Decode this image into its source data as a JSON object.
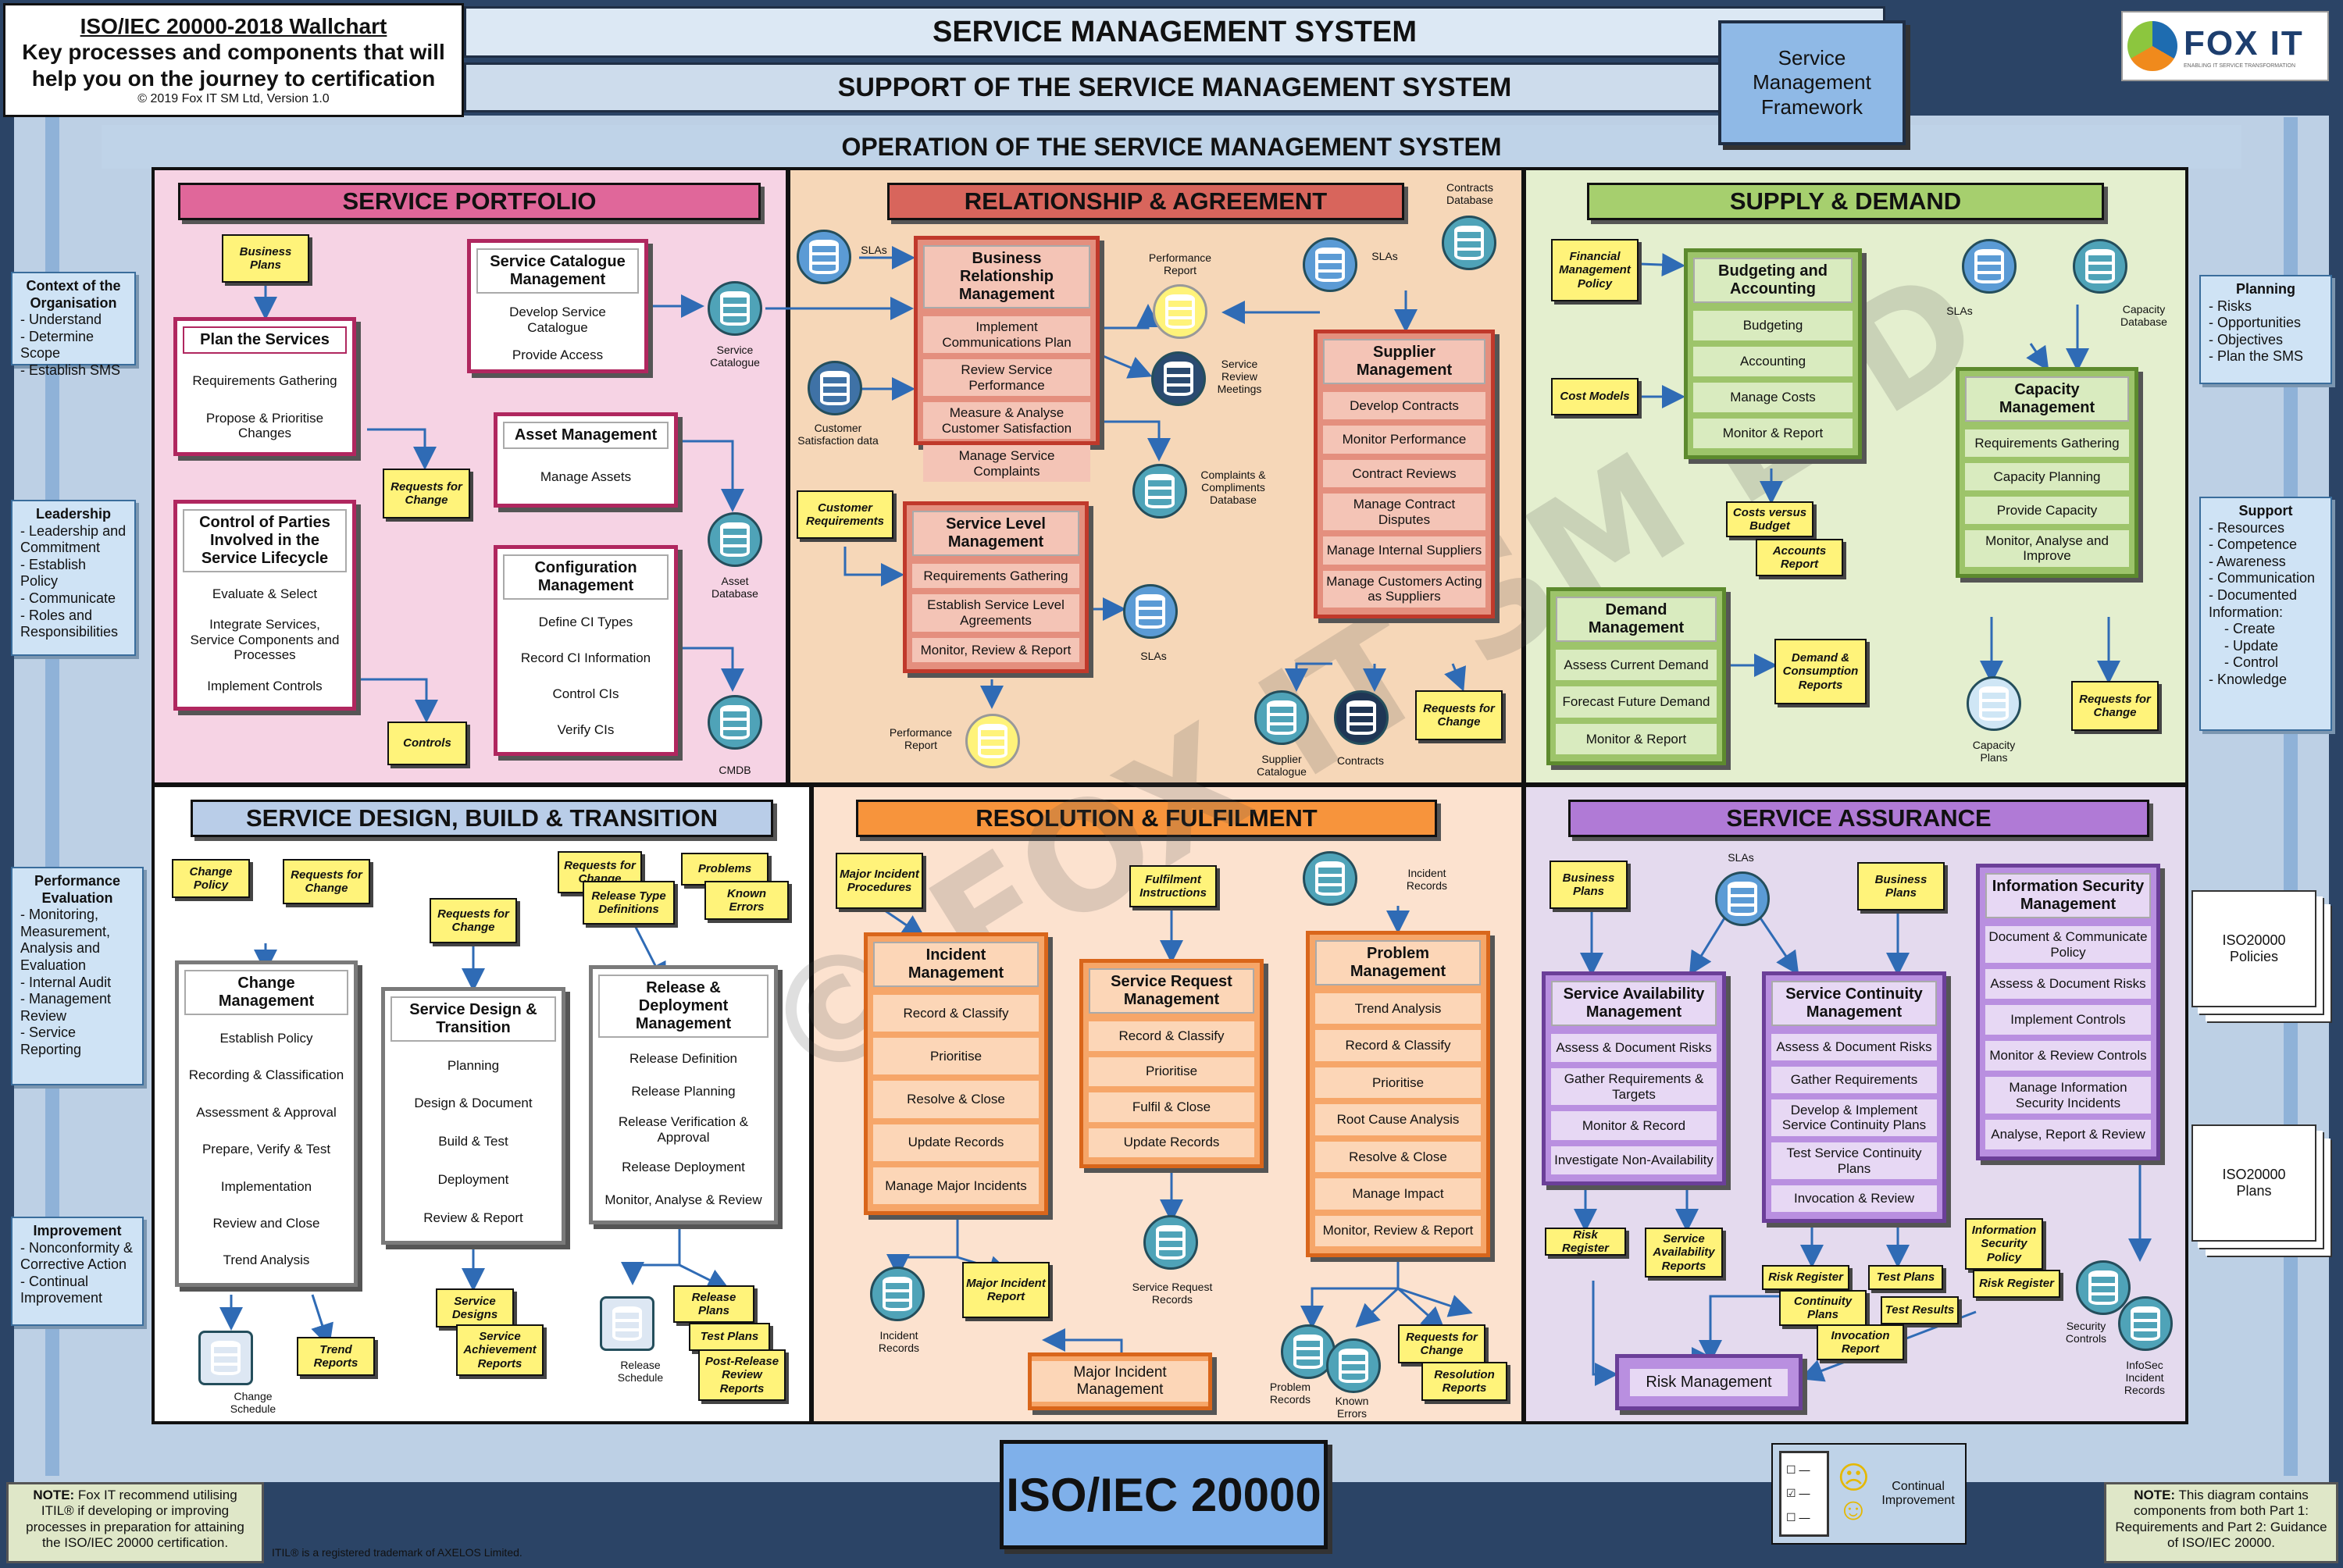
{
  "header": {
    "wallchart_title": "ISO/IEC 20000-2018 Wallchart",
    "wallchart_subtitle": "Key processes and components that will help you on the journey to certification",
    "copyright": "© 2019 Fox IT SM Ltd, Version 1.0",
    "sms_band": "SERVICE MANAGEMENT SYSTEM",
    "support_band": "SUPPORT OF THE SERVICE MANAGEMENT SYSTEM",
    "operation_band": "OPERATION OF THE SERVICE MANAGEMENT SYSTEM",
    "framework_box": "Service Management Framework",
    "logo_text": "FOX IT",
    "logo_tagline": "ENABLING IT SERVICE TRANSFORMATION"
  },
  "watermark": "© FOX IT SM LTD",
  "left_panel": [
    {
      "title": "Context of the Organisation",
      "items": [
        "- Understand",
        "- Determine Scope",
        "- Establish SMS"
      ]
    },
    {
      "title": "Leadership",
      "items": [
        "- Leadership and Commitment",
        "- Establish Policy",
        "- Communicate",
        "- Roles and Responsibilities"
      ]
    },
    {
      "title": "Performance Evaluation",
      "items": [
        "- Monitoring, Measurement, Analysis and Evaluation",
        "- Internal Audit",
        "- Management Review",
        "- Service Reporting"
      ]
    },
    {
      "title": "Improvement",
      "items": [
        "- Nonconformity & Corrective Action",
        "- Continual Improvement"
      ]
    }
  ],
  "right_panel": [
    {
      "title": "Planning",
      "items": [
        "- Risks",
        "- Opportunities",
        "- Objectives",
        "- Plan the SMS"
      ]
    },
    {
      "title": "Support",
      "items": [
        "- Resources",
        "- Competence",
        "- Awareness",
        "- Communication",
        "- Documented Information:",
        "- Create",
        "- Update",
        "- Control",
        "- Knowledge"
      ]
    }
  ],
  "right_docs": [
    "ISO20000 Policies",
    "ISO20000 Plans"
  ],
  "sections": {
    "portfolio": "SERVICE PORTFOLIO",
    "relationship": "RELATIONSHIP & AGREEMENT",
    "supply": "SUPPLY & DEMAND",
    "design": "SERVICE DESIGN, BUILD & TRANSITION",
    "resolution": "RESOLUTION & FULFILMENT",
    "assurance": "SERVICE ASSURANCE"
  },
  "processes": {
    "plan_services": {
      "title": "Plan the Services",
      "items": [
        "Requirements Gathering",
        "Propose & Prioritise Changes"
      ]
    },
    "control_parties": {
      "title": "Control of Parties Involved in the Service Lifecycle",
      "items": [
        "Evaluate & Select",
        "Integrate Services, Service Components and Processes",
        "Implement Controls"
      ]
    },
    "catalogue": {
      "title": "Service Catalogue Management",
      "items": [
        "Develop Service Catalogue",
        "Provide Access"
      ]
    },
    "asset": {
      "title": "Asset Management",
      "items": [
        "Manage Assets"
      ]
    },
    "config": {
      "title": "Configuration Management",
      "items": [
        "Define CI Types",
        "Record CI Information",
        "Control CIs",
        "Verify CIs"
      ]
    },
    "brm": {
      "title": "Business Relationship Management",
      "items": [
        "Implement Communications Plan",
        "Review Service Performance",
        "Measure & Analyse Customer Satisfaction",
        "Manage Service Complaints"
      ]
    },
    "slm": {
      "title": "Service Level Management",
      "items": [
        "Requirements Gathering",
        "Establish Service Level Agreements",
        "Monitor, Review & Report"
      ]
    },
    "supplier": {
      "title": "Supplier Management",
      "items": [
        "Develop Contracts",
        "Monitor Performance",
        "Contract Reviews",
        "Manage Contract Disputes",
        "Manage Internal Suppliers",
        "Manage Customers Acting as Suppliers"
      ]
    },
    "budget": {
      "title": "Budgeting and Accounting",
      "items": [
        "Budgeting",
        "Accounting",
        "Manage Costs",
        "Monitor & Report"
      ]
    },
    "capacity": {
      "title": "Capacity Management",
      "items": [
        "Requirements Gathering",
        "Capacity Planning",
        "Provide Capacity",
        "Monitor, Analyse and Improve"
      ]
    },
    "demand": {
      "title": "Demand Management",
      "items": [
        "Assess Current Demand",
        "Forecast Future Demand",
        "Monitor & Report"
      ]
    },
    "change": {
      "title": "Change Management",
      "items": [
        "Establish Policy",
        "Recording & Classification",
        "Assessment & Approval",
        "Prepare, Verify & Test",
        "Implementation",
        "Review and Close",
        "Trend Analysis"
      ]
    },
    "sdbt": {
      "title": "Service Design & Transition",
      "items": [
        "Planning",
        "Design & Document",
        "Build & Test",
        "Deployment",
        "Review & Report"
      ]
    },
    "release": {
      "title": "Release & Deployment Management",
      "items": [
        "Release Definition",
        "Release Planning",
        "Release Verification & Approval",
        "Release Deployment",
        "Monitor, Analyse & Review"
      ]
    },
    "incident": {
      "title": "Incident Management",
      "items": [
        "Record & Classify",
        "Prioritise",
        "Resolve & Close",
        "Update Records",
        "Manage Major Incidents"
      ]
    },
    "request": {
      "title": "Service Request Management",
      "items": [
        "Record & Classify",
        "Prioritise",
        "Fulfil & Close",
        "Update Records"
      ]
    },
    "problem": {
      "title": "Problem Management",
      "items": [
        "Trend Analysis",
        "Record & Classify",
        "Prioritise",
        "Root Cause Analysis",
        "Resolve & Close",
        "Manage Impact",
        "Monitor, Review & Report"
      ]
    },
    "availability": {
      "title": "Service Availability Management",
      "items": [
        "Assess & Document Risks",
        "Gather Requirements & Targets",
        "Monitor & Record",
        "Investigate Non-Availability"
      ]
    },
    "continuity": {
      "title": "Service Continuity Management",
      "items": [
        "Assess & Document Risks",
        "Gather Requirements",
        "Develop & Implement Service Continuity Plans",
        "Test Service Continuity Plans",
        "Invocation & Review"
      ]
    },
    "infosec": {
      "title": "Information Security Management",
      "items": [
        "Document & Communicate Policy",
        "Assess & Document Risks",
        "Implement Controls",
        "Monitor & Review Controls",
        "Manage Information Security Incidents",
        "Analyse, Report & Review"
      ]
    }
  },
  "notes": {
    "business_plans_1": "Business Plans",
    "rfc_1": "Requests for Change",
    "controls": "Controls",
    "customer_req": "Customer Requirements",
    "rfc_2": "Requests for Change",
    "financial_policy": "Financial Management Policy",
    "cost_models": "Cost Models",
    "costs_budget": "Costs versus Budget",
    "accounts_report": "Accounts Report",
    "demand_report": "Demand & Consumption Reports",
    "rfc_3": "Requests for Change",
    "change_policy": "Change Policy",
    "rfc_4": "Requests for Change",
    "trend_reports": "Trend Reports",
    "rfc_5": "Requests for Change",
    "service_designs": "Service Designs",
    "sa_reports": "Service Achievement Reports",
    "rfc_6": "Requests for Change",
    "release_defs": "Release Type Definitions",
    "problems": "Problems",
    "known_errors": "Known Errors",
    "release_plans": "Release Plans",
    "test_plans_1": "Test Plans",
    "post_release": "Post-Release Review Reports",
    "mi_procedures": "Major Incident Procedures",
    "fulfilment": "Fulfilment Instructions",
    "mi_report": "Major Incident Report",
    "rfc_7": "Requests for Change",
    "resolution_reports": "Resolution Reports",
    "business_plans_2": "Business Plans",
    "business_plans_3": "Business Plans",
    "risk_register_1": "Risk Register",
    "availability_reports": "Service Availability Reports",
    "risk_register_2": "Risk Register",
    "continuity_plans": "Continuity Plans",
    "test_plans_2": "Test Plans",
    "test_results": "Test Results",
    "invocation_report": "Invocation Report",
    "infosec_policy": "Information Security Policy",
    "risk_register_3": "Risk Register"
  },
  "labels": {
    "service_catalogue": "Service Catalogue",
    "asset_db": "Asset Database",
    "cmdb": "CMDB",
    "slas_1": "SLAs",
    "cust_sat": "Customer Satisfaction data",
    "perf_report_1": "Performance Report",
    "review_meetings": "Service Review Meetings",
    "complaints_db": "Complaints & Compliments Database",
    "contracts_db": "Contracts Database",
    "slas_2": "SLAs",
    "slas_3": "SLAs",
    "perf_report_2": "Performance Report",
    "supplier_cat": "Supplier Catalogue",
    "contracts": "Contracts",
    "slas_4": "SLAs",
    "capacity_db": "Capacity Database",
    "capacity_plans": "Capacity Plans",
    "change_schedule": "Change Schedule",
    "release_schedule": "Release Schedule",
    "incident_records": "Incident Records",
    "request_records": "Service Request Records",
    "incident_records_2": "Incident Records",
    "problem_records": "Problem Records",
    "known_errors_db": "Known Errors",
    "slas_5": "SLAs",
    "security_controls": "Security Controls",
    "infosec_records": "InfoSec Incident Records"
  },
  "major_incident_mgmt": "Major Incident Management",
  "risk_management": "Risk Management",
  "footer": {
    "iso_title": "ISO/IEC 20000",
    "continual": "Continual Improvement",
    "note_left_bold": "NOTE:",
    "note_left": " Fox IT recommend utilising ITIL® if developing or improving processes in preparation for attaining the ISO/IEC 20000 certification.",
    "itil_tm": "ITIL® is a registered trademark of AXELOS Limited.",
    "note_right_bold": "NOTE:",
    "note_right": " This diagram contains components from both Part 1: Requirements and Part 2: Guidance of ISO/IEC 20000."
  },
  "colors": {
    "portfolio": "#f6d3e4",
    "relationship": "#f6d7b8",
    "supply": "#e4efcf",
    "design": "#ffffff",
    "resolution": "#fce2cf",
    "assurance": "#e4daee",
    "frame": "#1f3655",
    "band": "#bfd3e8"
  }
}
